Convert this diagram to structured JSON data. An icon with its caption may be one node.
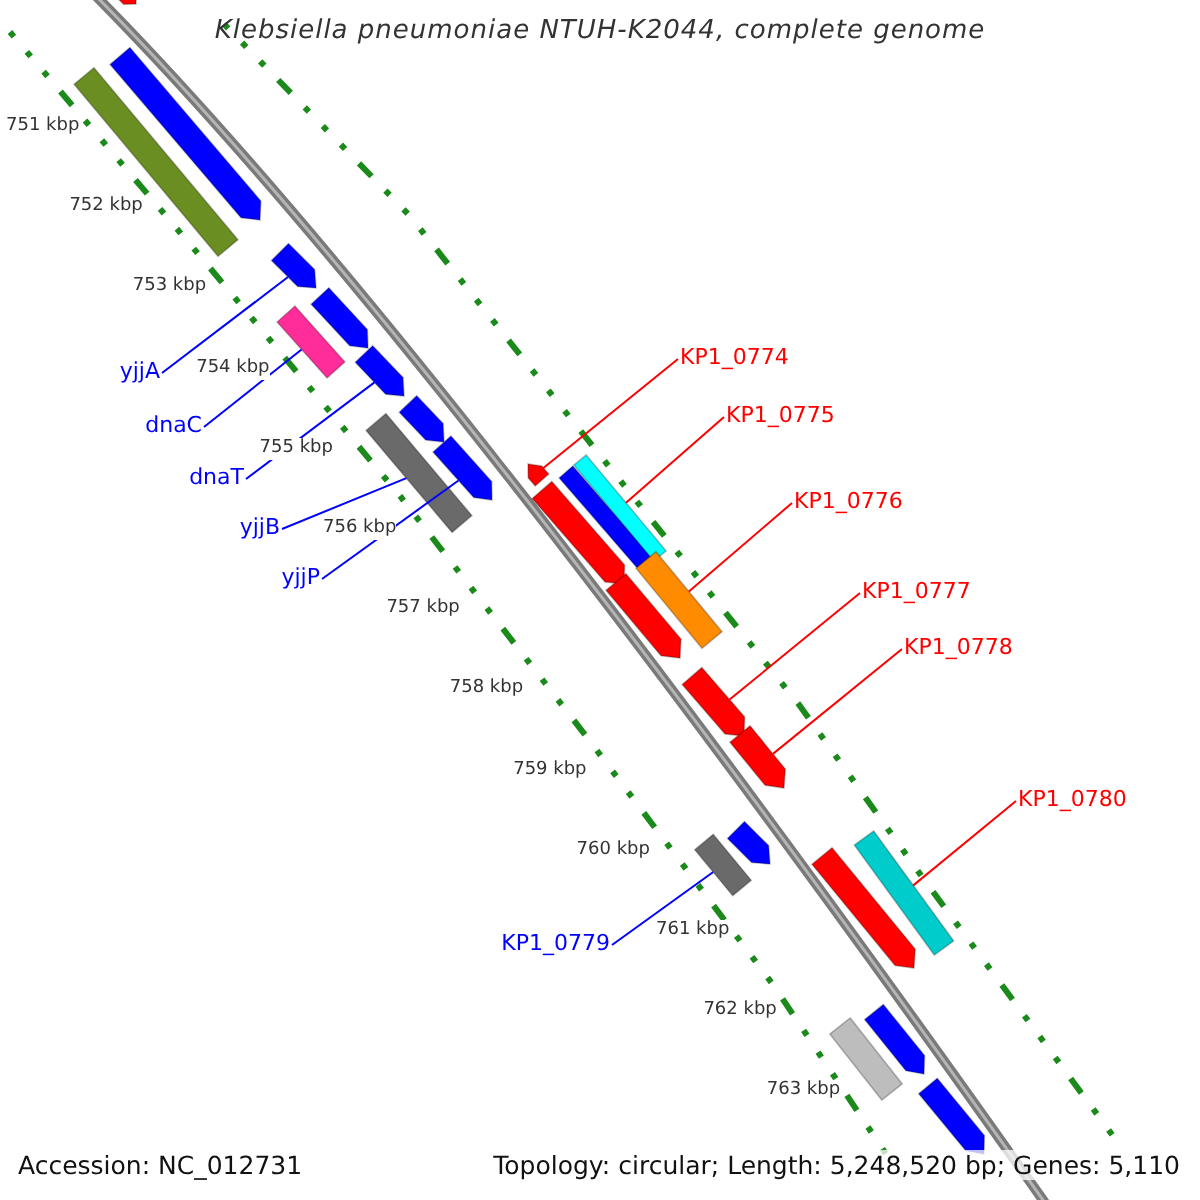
{
  "diagram": {
    "title": "Klebsiella pneumoniae NTUH-K2044, complete genome",
    "nodes": [
      {
        "text": [
          "yjjA"
        ]
      },
      {
        "text": [
          "dnaC"
        ]
      },
      {
        "text": [
          "dnaT"
        ]
      },
      {
        "text": [
          "yjjB"
        ]
      },
      {
        "text": [
          "yjjP"
        ]
      },
      {
        "text": [
          "KP1_0774"
        ]
      },
      {
        "text": [
          "KP1_0775"
        ]
      },
      {
        "text": [
          "KP1_0776"
        ]
      },
      {
        "text": [
          "KP1_0777"
        ]
      },
      {
        "text": [
          "KP1_0778"
        ]
      },
      {
        "text": [
          "KP1_0780"
        ]
      },
      {
        "text": [
          "KP1_0779"
        ]
      },
      {
        "text": [],
        "shape": "pentagon"
      },
      {
        "text": [],
        "shape": "pentagon"
      },
      {
        "text": [],
        "shape": "bar"
      },
      {
        "text": [],
        "shape": "pentagon"
      },
      {
        "text": [],
        "shape": "pentagon"
      },
      {
        "text": [],
        "shape": "bar"
      },
      {
        "text": [],
        "shape": "pentagon"
      },
      {
        "text": [],
        "shape": "pentagon"
      },
      {
        "text": [],
        "shape": "bar"
      },
      {
        "text": [],
        "shape": "pentagon"
      },
      {
        "text": [],
        "shape": "bar"
      },
      {
        "text": [],
        "shape": "pentagon"
      },
      {
        "text": [],
        "shape": "bar"
      },
      {
        "text": [],
        "shape": "pentagon"
      },
      {
        "text": [],
        "shape": "bar"
      },
      {
        "text": [],
        "shape": "pentagon"
      },
      {
        "text": [],
        "shape": "pentagon"
      },
      {
        "text": [],
        "shape": "pentagon"
      },
      {
        "text": [],
        "shape": "pentagon"
      },
      {
        "text": [],
        "shape": "bar"
      },
      {
        "text": [],
        "shape": "bar"
      },
      {
        "text": [],
        "shape": "pentagon"
      },
      {
        "text": [],
        "shape": "pentagon"
      },
      {
        "text": [],
        "shape": "bar"
      },
      {
        "text": [],
        "shape": "pentagon"
      }
    ],
    "edges": [
      {
        "from": 0,
        "to": 15,
        "arrow": "none",
        "color": "#0000ff"
      },
      {
        "from": 1,
        "to": 17,
        "arrow": "none",
        "color": "#0000ff"
      },
      {
        "from": 2,
        "to": 18,
        "arrow": "none",
        "color": "#0000ff"
      },
      {
        "from": 3,
        "to": 20,
        "arrow": "none",
        "color": "#0000ff"
      },
      {
        "from": 4,
        "to": 21,
        "arrow": "none",
        "color": "#0000ff"
      },
      {
        "from": 5,
        "to": 23,
        "arrow": "none",
        "color": "#ff0000"
      },
      {
        "from": 6,
        "to": 22,
        "arrow": "none",
        "color": "#ff0000"
      },
      {
        "from": 7,
        "to": 26,
        "arrow": "none",
        "color": "#ff0000"
      },
      {
        "from": 8,
        "to": 28,
        "arrow": "none",
        "color": "#ff0000"
      },
      {
        "from": 9,
        "to": 29,
        "arrow": "none",
        "color": "#ff0000"
      },
      {
        "from": 10,
        "to": 31,
        "arrow": "none",
        "color": "#ff0000"
      },
      {
        "from": 11,
        "to": 32,
        "arrow": "none",
        "color": "#0000ff"
      }
    ],
    "labels": [
      "751 kbp",
      "752 kbp",
      "753 kbp",
      "754 kbp",
      "755 kbp",
      "756 kbp",
      "757 kbp",
      "758 kbp",
      "759 kbp",
      "760 kbp",
      "761 kbp",
      "762 kbp",
      "763 kbp",
      "Accession: NC_012731",
      "Topology: circular; Length: 5,248,520 bp; Genes: 5,110"
    ]
  }
}
